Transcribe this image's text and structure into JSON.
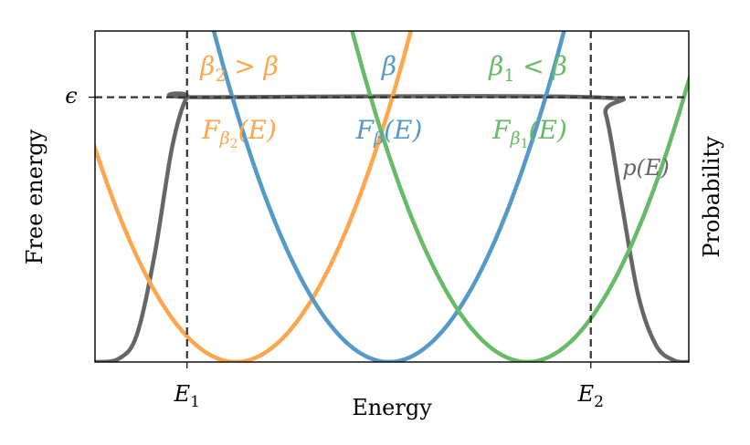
{
  "chart_data": {
    "type": "line",
    "xlabel": "Energy",
    "ylabel_left": "Free energy",
    "ylabel_right": "Probability",
    "xlim": [
      0,
      1
    ],
    "ylim": [
      0,
      1
    ],
    "x_ticks": [
      {
        "value": 0.155,
        "base": "E",
        "sub": "1"
      },
      {
        "value": 0.835,
        "base": "E",
        "sub": "2"
      }
    ],
    "y_ticks": [
      {
        "value": 0.8,
        "label": "ϵ"
      }
    ],
    "threshold": {
      "y": 0.8,
      "style": "dashed",
      "color": "#333333"
    },
    "vlines": [
      0.155,
      0.835
    ],
    "colors": {
      "orange": "#ffa64d",
      "blue": "#5599c8",
      "green": "#66bb66",
      "gray": "#666666",
      "dash": "#333333"
    },
    "series": [
      {
        "name": "Fβ2(E)",
        "color": "#ffa64d",
        "kind": "parabola",
        "center": 0.237,
        "curvature": 11.5
      },
      {
        "name": "Fβ(E)",
        "color": "#5599c8",
        "kind": "parabola",
        "center": 0.495,
        "curvature": 11.5
      },
      {
        "name": "Fβ1(E)",
        "color": "#66bb66",
        "kind": "parabola",
        "center": 0.728,
        "curvature": 11.5
      },
      {
        "name": "p(E)",
        "color": "#666666",
        "kind": "plateau",
        "x": [
          0.0,
          0.04,
          0.07,
          0.1,
          0.13,
          0.155,
          0.18,
          0.835,
          0.86,
          0.885,
          0.915,
          0.945,
          0.975,
          1.0
        ],
        "y": [
          0.0,
          0.01,
          0.08,
          0.32,
          0.65,
          0.8,
          0.8,
          0.8,
          0.75,
          0.5,
          0.2,
          0.05,
          0.005,
          0.0
        ]
      }
    ],
    "annotations": [
      {
        "id": "beta2-cond",
        "color": "#ffa64d",
        "parts": [
          "β",
          "2",
          " > β"
        ]
      },
      {
        "id": "beta",
        "color": "#5599c8",
        "parts": [
          "β",
          "",
          ""
        ]
      },
      {
        "id": "beta1-cond",
        "color": "#66bb66",
        "parts": [
          "β",
          "1",
          " < β"
        ]
      },
      {
        "id": "F-beta2",
        "color": "#ffa64d",
        "parts": [
          "F",
          "β",
          "2",
          "(E)"
        ]
      },
      {
        "id": "F-beta",
        "color": "#5599c8",
        "parts": [
          "F",
          "β",
          "",
          "(E)"
        ]
      },
      {
        "id": "F-beta1",
        "color": "#66bb66",
        "parts": [
          "F",
          "β",
          "1",
          "(E)"
        ]
      },
      {
        "id": "pE",
        "color": "#666666",
        "parts": [
          "p(E)"
        ]
      }
    ]
  }
}
